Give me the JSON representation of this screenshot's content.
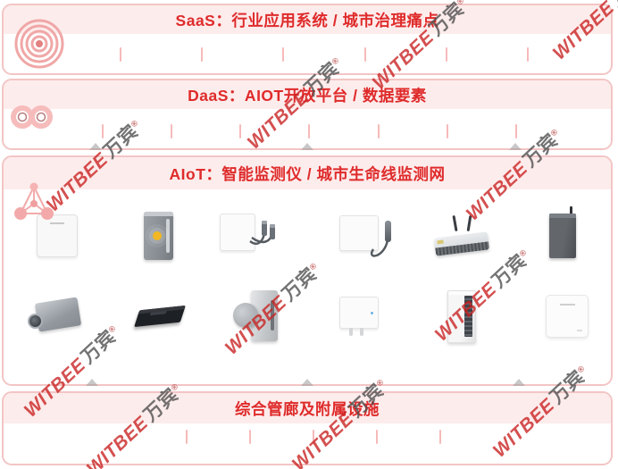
{
  "watermark": {
    "brand": "WITBEE",
    "cn": "万宾",
    "reg": "®"
  },
  "colors": {
    "accent_red": "#df2b2b",
    "band_border": "#f3c5c5",
    "header_bg": "#fdecec",
    "separator_pink": "#f6baba",
    "indicator_yellow": "#f2b723"
  },
  "bands": [
    {
      "id": "saas",
      "title": "SaaS：行业应用系统 / 城市治理痛点",
      "icon": "signal-ripple-icon",
      "separators": 6
    },
    {
      "id": "daas",
      "title": "DaaS：AIOT开放平台 / 数据要素",
      "icon": "dual-rings-icon",
      "separators": 7
    },
    {
      "id": "aiot",
      "title": "AIoT：智能监测仪 / 城市生命线监测网",
      "icon": "network-nodes-icon",
      "device_rows": [
        [
          "white-square-sensor",
          "gray-detector-yellow-indicator",
          "white-controller-dual-probes",
          "white-controller-single-probe",
          "gateway-router-dual-antenna",
          "dark-battery-box"
        ],
        [
          "gray-sensor-side-connector",
          "black-flat-reader",
          "panel-round-transducer",
          "white-box-bottom-prongs",
          "white-tower-side-grille",
          "white-flat-panel"
        ]
      ]
    },
    {
      "id": "corridor",
      "title": "综合管廊及附属设施",
      "separators": 5
    }
  ]
}
